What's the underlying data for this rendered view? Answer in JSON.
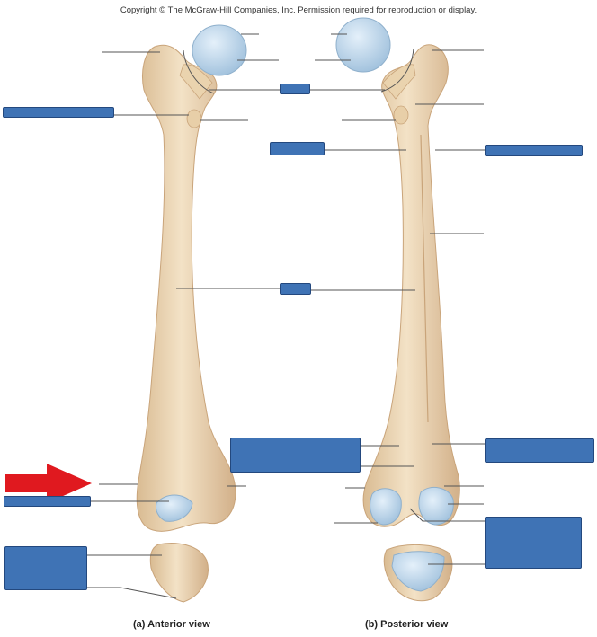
{
  "copyright": "Copyright © The McGraw-Hill Companies, Inc. Permission required for reproduction or display.",
  "captions": {
    "anterior": "(a) Anterior view",
    "posterior": "(b) Posterior view"
  },
  "colors": {
    "bone": "#ecd6b4",
    "bone_shadow": "#d4b48a",
    "cartilage": "#b8d4ea",
    "label_box": "#3f73b5",
    "label_border": "#23487e",
    "arrow": "#e0191f",
    "leader_line": "#555555"
  }
}
